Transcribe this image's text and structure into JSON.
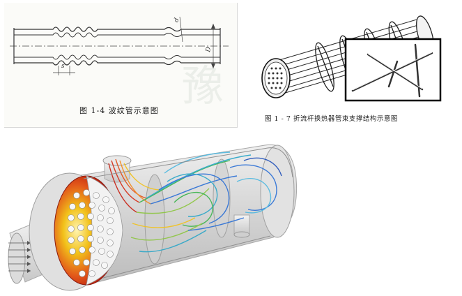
{
  "figure_a": {
    "caption": "图 1-4   波纹管示意图",
    "dim_d": "d",
    "dim_D": "D",
    "dim_s": "s"
  },
  "figure_b": {
    "caption": "图 1 - 7   折流杆换热器管束支撑结构示意图"
  },
  "figure_c": {},
  "colors": {
    "tube_line": "#333333",
    "shell_gray": "#d9d9d9",
    "hot": "#d62a12",
    "warm": "#f2c21a",
    "cool": "#2a6fd6",
    "green": "#39b34a"
  },
  "icons": [
    "corrugated-tube-drawing",
    "baffle-rod-bundle-drawing",
    "heat-exchanger-cfd-render"
  ]
}
